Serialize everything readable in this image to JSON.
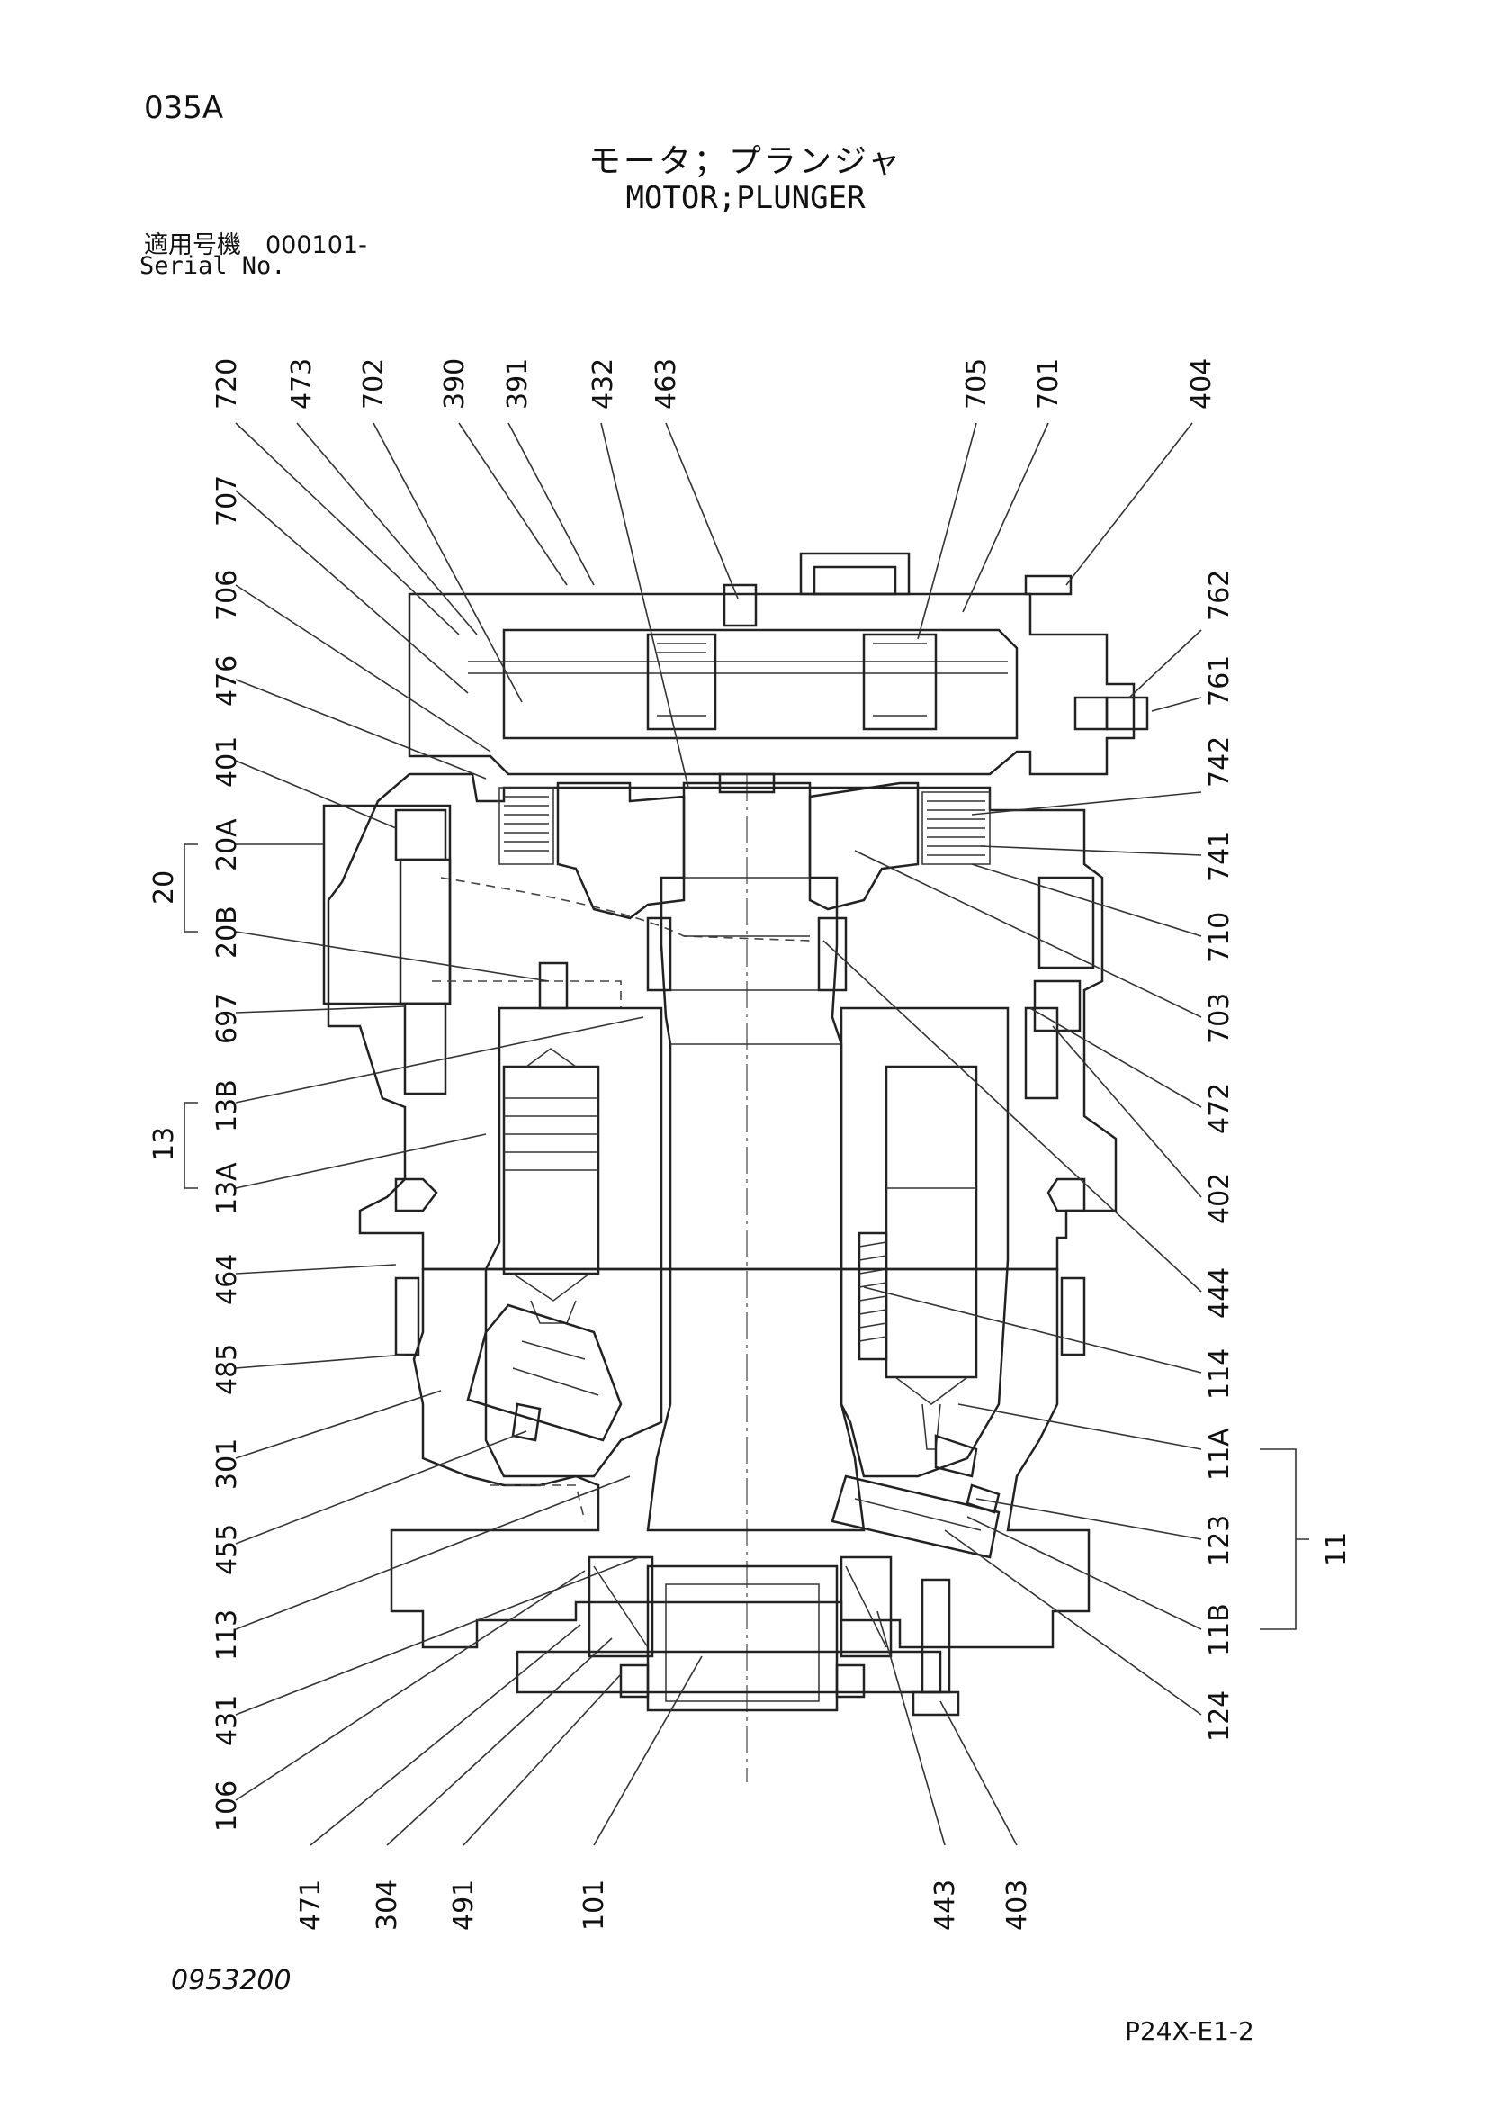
{
  "header": {
    "page_code": "035A",
    "title_jp": "モータ；プランジャ",
    "title_en": "MOTOR;PLUNGER",
    "serial_label_jp": "適用号機　000101-",
    "serial_label_en": "Serial No."
  },
  "footer": {
    "doc_number": "0953200",
    "drawing_id": "P24X-E1-2"
  },
  "callouts": {
    "top": [
      "720",
      "473",
      "702",
      "390",
      "391",
      "432",
      "463",
      "705",
      "701",
      "404"
    ],
    "left": [
      "707",
      "706",
      "476",
      "401",
      "20A",
      "20",
      "20B",
      "697",
      "13B",
      "13",
      "13A",
      "464",
      "485",
      "301",
      "455",
      "113",
      "431",
      "106"
    ],
    "right": [
      "762",
      "761",
      "742",
      "741",
      "710",
      "703",
      "472",
      "402",
      "444",
      "114",
      "11A",
      "123",
      "11",
      "11B",
      "124"
    ],
    "bottom": [
      "471",
      "304",
      "491",
      "101",
      "443",
      "403"
    ]
  }
}
